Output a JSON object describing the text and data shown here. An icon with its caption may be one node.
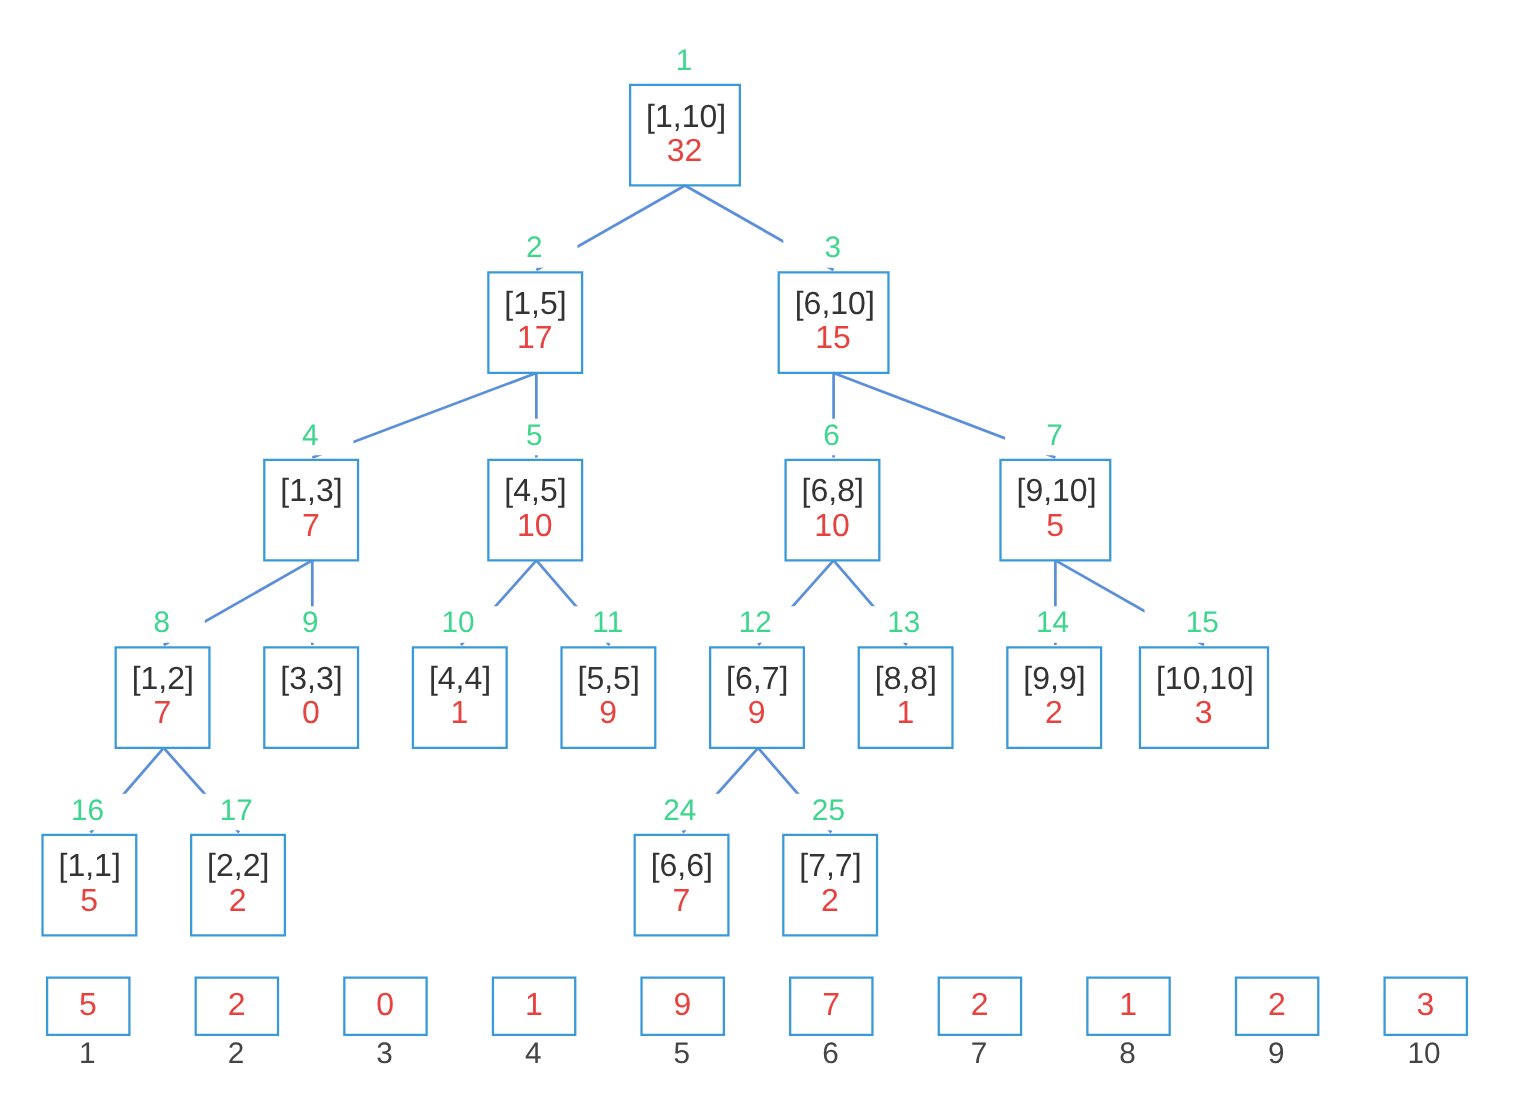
{
  "diagram": {
    "nodes": [
      {
        "text": [
          "[1,10]",
          "32"
        ],
        "beside": [
          "1"
        ]
      },
      {
        "text": [
          "[1,5]",
          "17"
        ],
        "beside": [
          "2"
        ]
      },
      {
        "text": [
          "[6,10]",
          "15"
        ],
        "beside": [
          "3"
        ]
      },
      {
        "text": [
          "[1,3]",
          "7"
        ],
        "beside": [
          "4"
        ]
      },
      {
        "text": [
          "[4,5]",
          "10"
        ],
        "beside": [
          "5"
        ]
      },
      {
        "text": [
          "[6,8]",
          "10"
        ],
        "beside": [
          "6"
        ]
      },
      {
        "text": [
          "[9,10]",
          "5"
        ],
        "beside": [
          "7"
        ]
      },
      {
        "text": [
          "[1,2]",
          "7"
        ],
        "beside": [
          "8"
        ]
      },
      {
        "text": [
          "[3,3]",
          "0"
        ],
        "beside": [
          "9"
        ]
      },
      {
        "text": [
          "[4,4]",
          "1"
        ],
        "beside": [
          "10"
        ]
      },
      {
        "text": [
          "[5,5]",
          "9"
        ],
        "beside": [
          "11"
        ]
      },
      {
        "text": [
          "[6,7]",
          "9"
        ],
        "beside": [
          "12"
        ]
      },
      {
        "text": [
          "[8,8]",
          "1"
        ],
        "beside": [
          "13"
        ]
      },
      {
        "text": [
          "[9,9]",
          "2"
        ],
        "beside": [
          "14"
        ]
      },
      {
        "text": [
          "[10,10]",
          "3"
        ],
        "beside": [
          "15"
        ]
      },
      {
        "text": [
          "[1,1]",
          "5"
        ],
        "beside": [
          "16"
        ]
      },
      {
        "text": [
          "[2,2]",
          "2"
        ],
        "beside": [
          "17"
        ]
      },
      {
        "text": [
          "[6,6]",
          "7"
        ],
        "beside": [
          "24"
        ]
      },
      {
        "text": [
          "[7,7]",
          "2"
        ],
        "beside": [
          "25"
        ]
      },
      {
        "text": [
          "5"
        ],
        "beside": [
          "1"
        ]
      },
      {
        "text": [
          "2"
        ],
        "beside": [
          "2"
        ]
      },
      {
        "text": [
          "0"
        ],
        "beside": [
          "3"
        ]
      },
      {
        "text": [
          "1"
        ],
        "beside": [
          "4"
        ]
      },
      {
        "text": [
          "9"
        ],
        "beside": [
          "5"
        ]
      },
      {
        "text": [
          "7"
        ],
        "beside": [
          "6"
        ]
      },
      {
        "text": [
          "2"
        ],
        "beside": [
          "7"
        ]
      },
      {
        "text": [
          "1"
        ],
        "beside": [
          "8"
        ]
      },
      {
        "text": [
          "2"
        ],
        "beside": [
          "9"
        ]
      },
      {
        "text": [
          "3"
        ],
        "beside": [
          "10"
        ]
      }
    ],
    "edges": [
      {
        "from": 0,
        "to": 1,
        "arrow": "none"
      },
      {
        "from": 0,
        "to": 2,
        "arrow": "none"
      },
      {
        "from": 1,
        "to": 3,
        "arrow": "none"
      },
      {
        "from": 1,
        "to": 4,
        "arrow": "none"
      },
      {
        "from": 2,
        "to": 5,
        "arrow": "none"
      },
      {
        "from": 2,
        "to": 6,
        "arrow": "none"
      },
      {
        "from": 3,
        "to": 7,
        "arrow": "none"
      },
      {
        "from": 3,
        "to": 8,
        "arrow": "none"
      },
      {
        "from": 4,
        "to": 9,
        "arrow": "none"
      },
      {
        "from": 4,
        "to": 10,
        "arrow": "none"
      },
      {
        "from": 5,
        "to": 11,
        "arrow": "none"
      },
      {
        "from": 5,
        "to": 12,
        "arrow": "none"
      },
      {
        "from": 6,
        "to": 13,
        "arrow": "none"
      },
      {
        "from": 6,
        "to": 14,
        "arrow": "none"
      },
      {
        "from": 7,
        "to": 15,
        "arrow": "none"
      },
      {
        "from": 7,
        "to": 16,
        "arrow": "none"
      },
      {
        "from": 11,
        "to": 17,
        "arrow": "none"
      },
      {
        "from": 11,
        "to": 18,
        "arrow": "none"
      }
    ]
  }
}
